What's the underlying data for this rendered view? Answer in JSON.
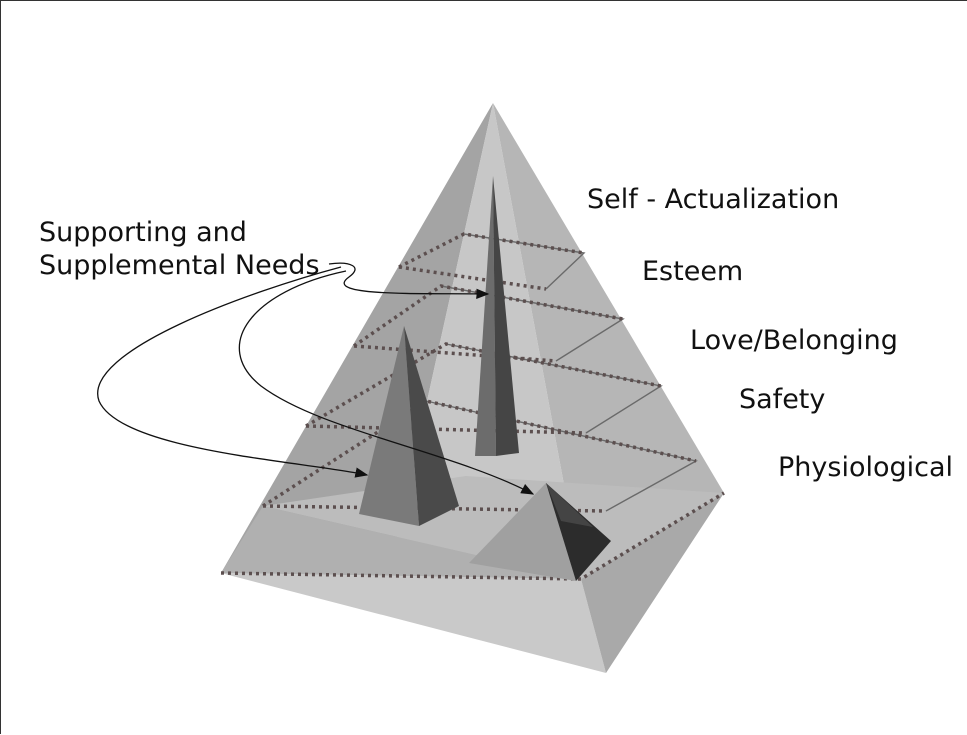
{
  "callout": {
    "line1": "Supporting and",
    "line2": "Supplemental Needs"
  },
  "levels": [
    {
      "label": "Self - Actualization"
    },
    {
      "label": "Esteem"
    },
    {
      "label": "Love/Belonging"
    },
    {
      "label": "Safety"
    },
    {
      "label": "Physiological"
    }
  ],
  "colors": {
    "left_face": "#a6a6a6",
    "right_face": "#b4b4b4",
    "front_band": "#c8c8c8",
    "side_band": "#aaaaaa",
    "dotted_line": "#5c4f4f",
    "spire": "#6f6f6f",
    "spire_dark": "#3f3f3f"
  }
}
